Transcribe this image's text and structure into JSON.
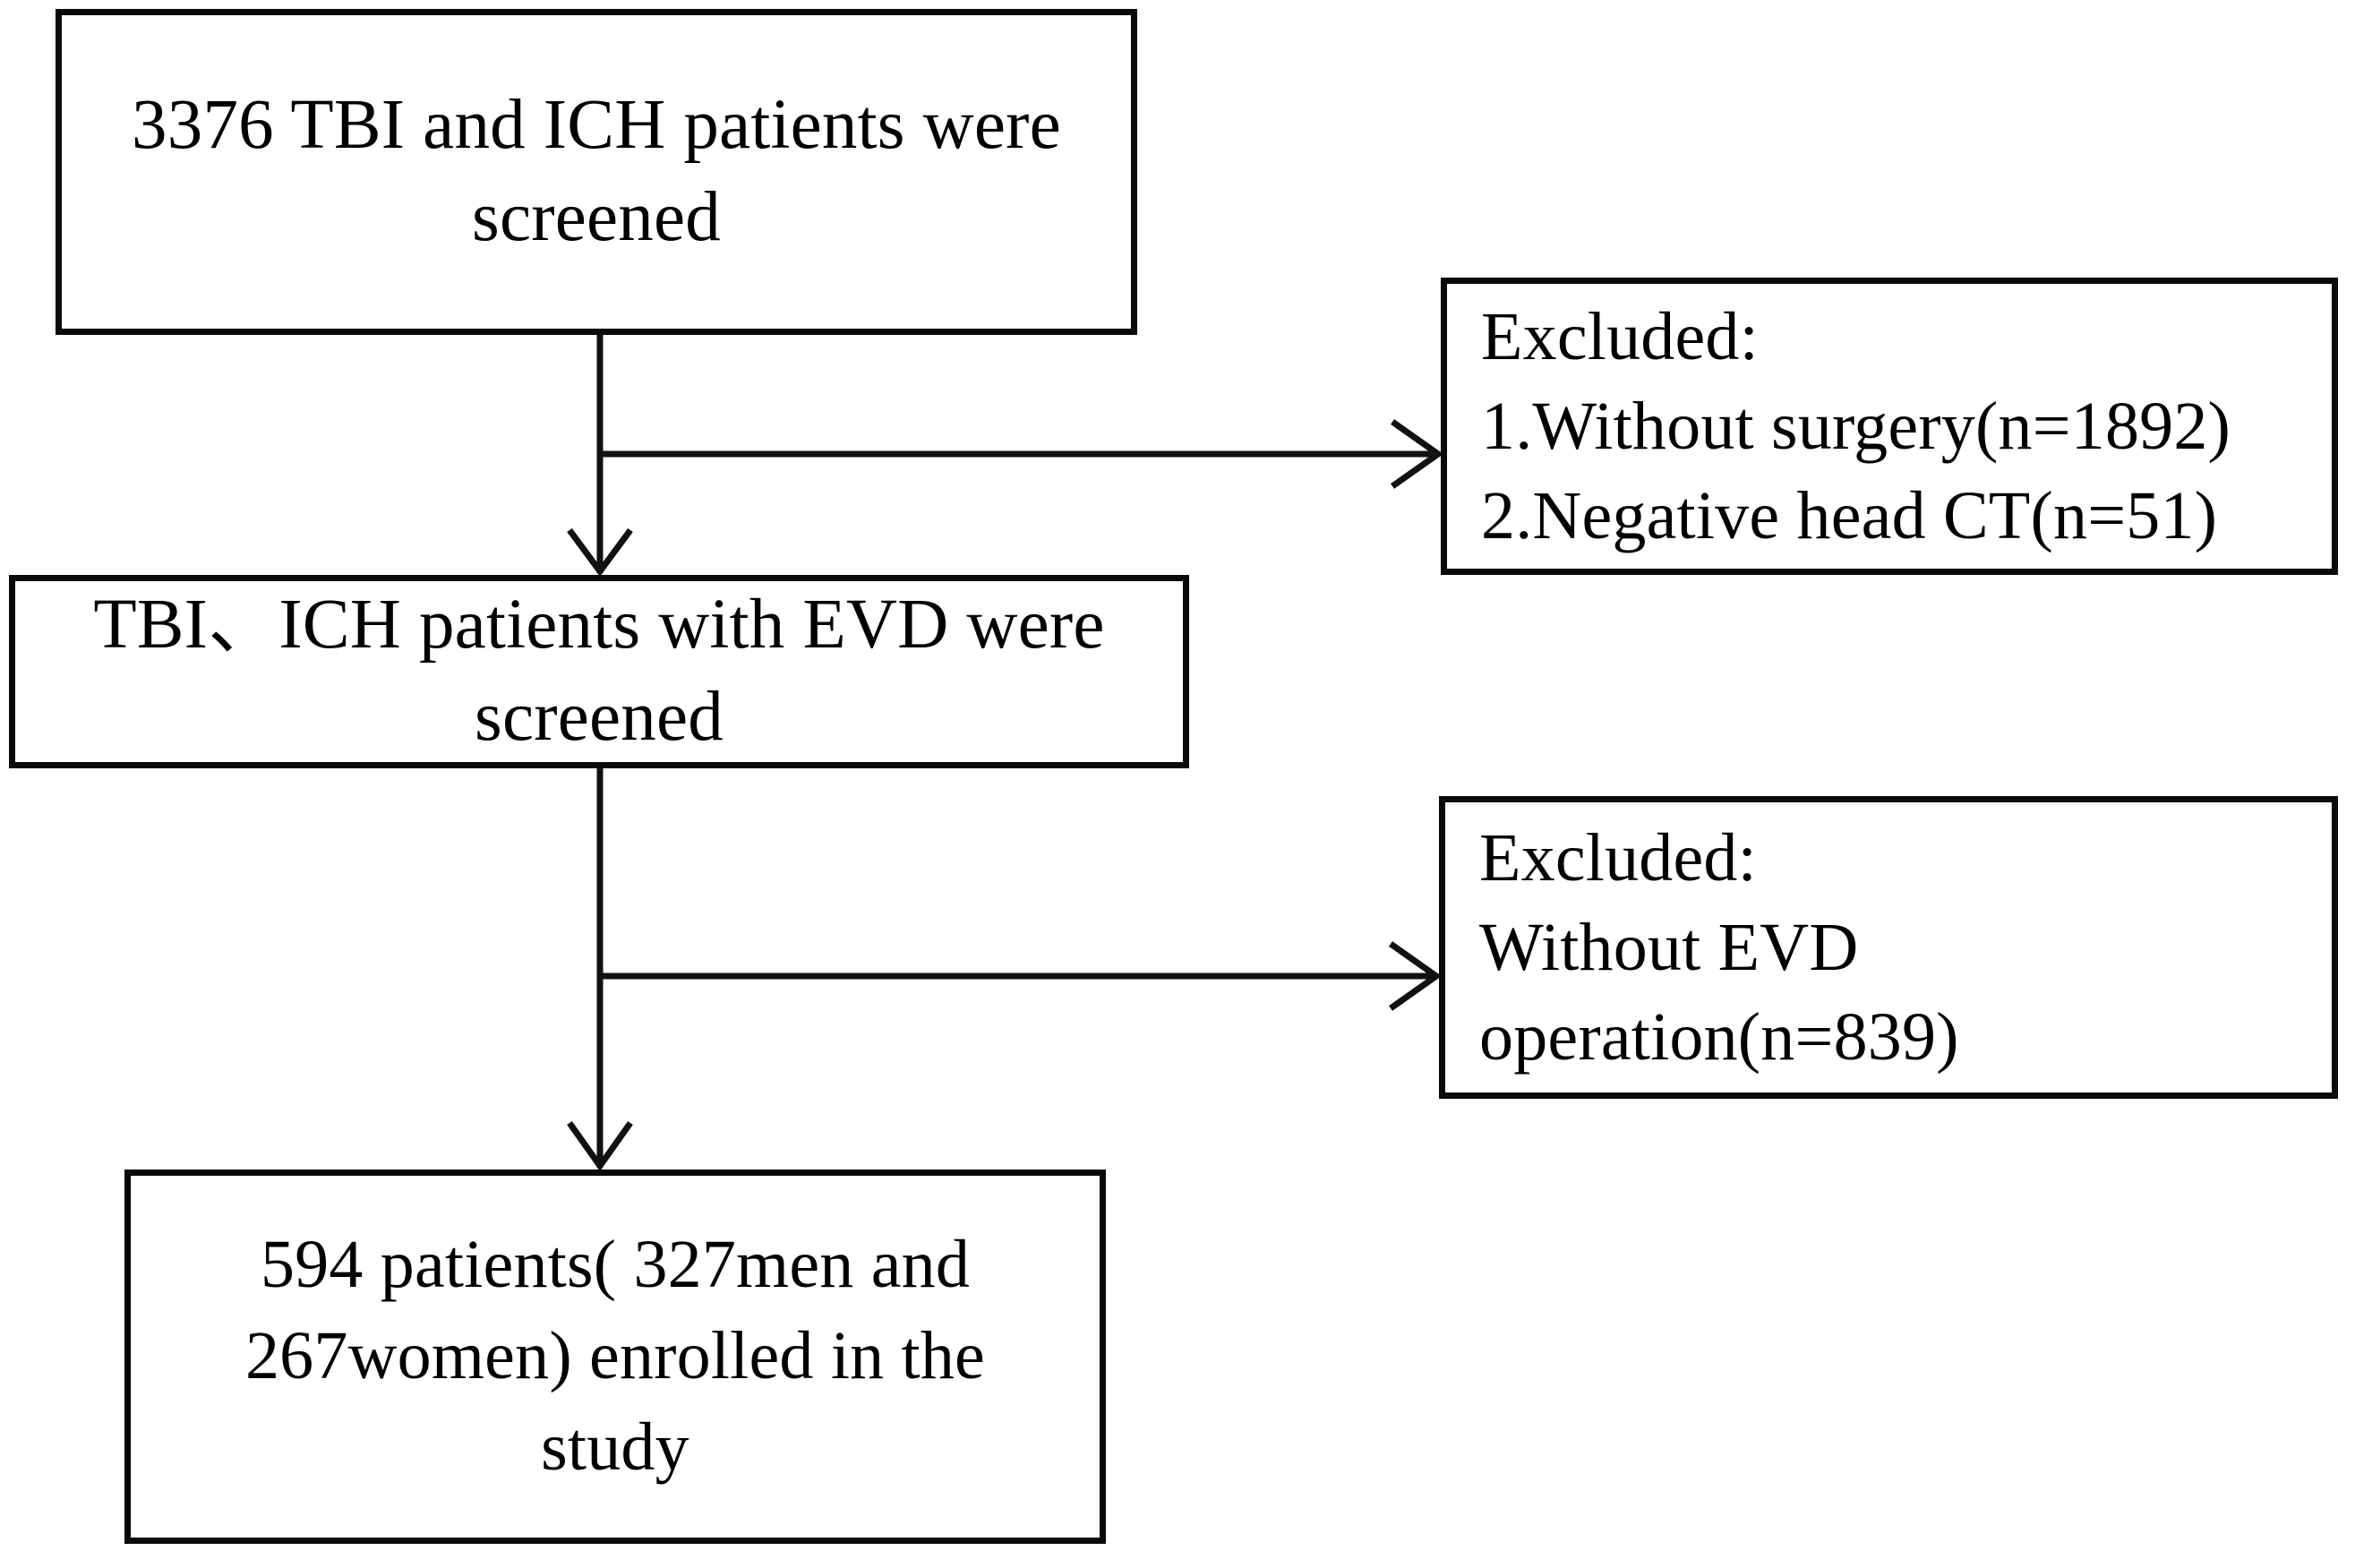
{
  "diagram": {
    "title": "Patient selection flow diagram",
    "type": "flowchart",
    "background_color": "#ffffff",
    "line_color": "#0a0a0a",
    "text_color": "#000000",
    "nodes": [
      {
        "id": "screened",
        "role": "primary",
        "text": "3376 TBI and ICH patients were\nscreened"
      },
      {
        "id": "evd_screened",
        "role": "primary",
        "text": "TBI、ICH patients with EVD were\nscreened"
      },
      {
        "id": "excluded_1",
        "role": "exclusion",
        "text": "Excluded:\n1.Without surgery(n=1892)\n2.Negative head CT(n=51)"
      },
      {
        "id": "excluded_2",
        "role": "exclusion",
        "text": "Excluded:\nWithout EVD\noperation(n=839)"
      },
      {
        "id": "enrolled",
        "role": "primary",
        "text": "594 patients( 327men and\n267women) enrolled in the\nstudy"
      }
    ],
    "counts": {
      "screened_total": 3376,
      "excluded_without_surgery": 1892,
      "excluded_negative_head_ct": 51,
      "excluded_without_evd_operation": 839,
      "enrolled_total": 594,
      "enrolled_men": 327,
      "enrolled_women": 267
    },
    "edges": [
      {
        "id": "screened-to-evd",
        "from": "screened",
        "to": "evd_screened",
        "direction": "down",
        "arrowhead": "open-v"
      },
      {
        "id": "screened-to-excluded-1",
        "from": "screened",
        "to": "excluded_1",
        "direction": "right",
        "arrowhead": "open-v"
      },
      {
        "id": "evd-to-enrolled",
        "from": "evd_screened",
        "to": "enrolled",
        "direction": "down",
        "arrowhead": "open-v"
      },
      {
        "id": "evd-to-excluded-2",
        "from": "evd_screened",
        "to": "excluded_2",
        "direction": "right",
        "arrowhead": "open-v"
      }
    ]
  }
}
